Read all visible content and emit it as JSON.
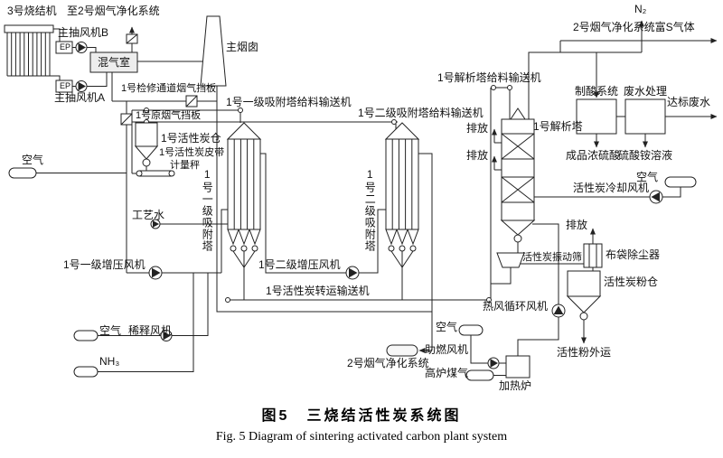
{
  "diagram": {
    "labels": {
      "sinter_machine": "3号烧结机",
      "to_no2_top": "至2号烟气净化系统",
      "main_fan_b": "主抽风机B",
      "ep_top": "EP",
      "ep_bottom": "EP",
      "mixing_chamber": "混气室",
      "main_fan_a": "主抽风机A",
      "maintenance_damper": "1号检修通道烟气挡板",
      "raw_gas_damper": "1号原烟气挡板",
      "main_stack": "主烟囱",
      "carbon_silo": "1号活性炭仓",
      "belt_scale_line1": "1号活性炭皮带",
      "belt_scale_line2": "计量秤",
      "air_left": "空气",
      "conveyor_stage1": "1号一级吸附塔给料输送机",
      "conveyor_stage2": "1号二级吸附塔给料输送机",
      "tower_stage1": "1号一级吸附塔",
      "tower_stage2": "1号二级吸附塔",
      "process_water": "工艺水",
      "booster_fan_stage1": "1号一级增压风机",
      "booster_fan_stage2": "1号二级增压风机",
      "transfer_conveyor": "1号活性炭转运输送机",
      "regen_conveyor": "1号解析塔给料输送机",
      "regen_tower": "1号解析塔",
      "n2": "N₂",
      "rich_s_gas": "2号烟气净化系统富S气体",
      "acid_plant": "制酸系统",
      "wastewater_plant": "废水处理",
      "qualified_wastewater": "达标废水",
      "product_acid": "成品浓硫酸",
      "ammonium_sulfate": "硫酸铵溶液",
      "vent_top": "排放",
      "vent_mid": "排放",
      "air_cooling": "空气",
      "cooling_fan": "活性炭冷却风机",
      "vent_bag": "排放",
      "vibrating_screen": "活性炭振动筛",
      "bag_filter": "布袋除尘器",
      "powder_silo": "活性炭粉仓",
      "powder_out": "活性粉外运",
      "hot_air_fan": "热风循环风机",
      "air_combustion": "空气",
      "combustion_fan": "助燃风机",
      "bf_gas": "高炉煤气",
      "heating_furnace": "加热炉",
      "air_dilution": "空气",
      "dilution_fan": "稀释风机",
      "nh3": "NH₃",
      "to_no2_bottom": "2号烟气净化系统"
    }
  },
  "caption": {
    "figure_zh": "图5　三烧结活性炭系统图",
    "figure_en": "Fig. 5   Diagram of sintering activated carbon plant system"
  }
}
